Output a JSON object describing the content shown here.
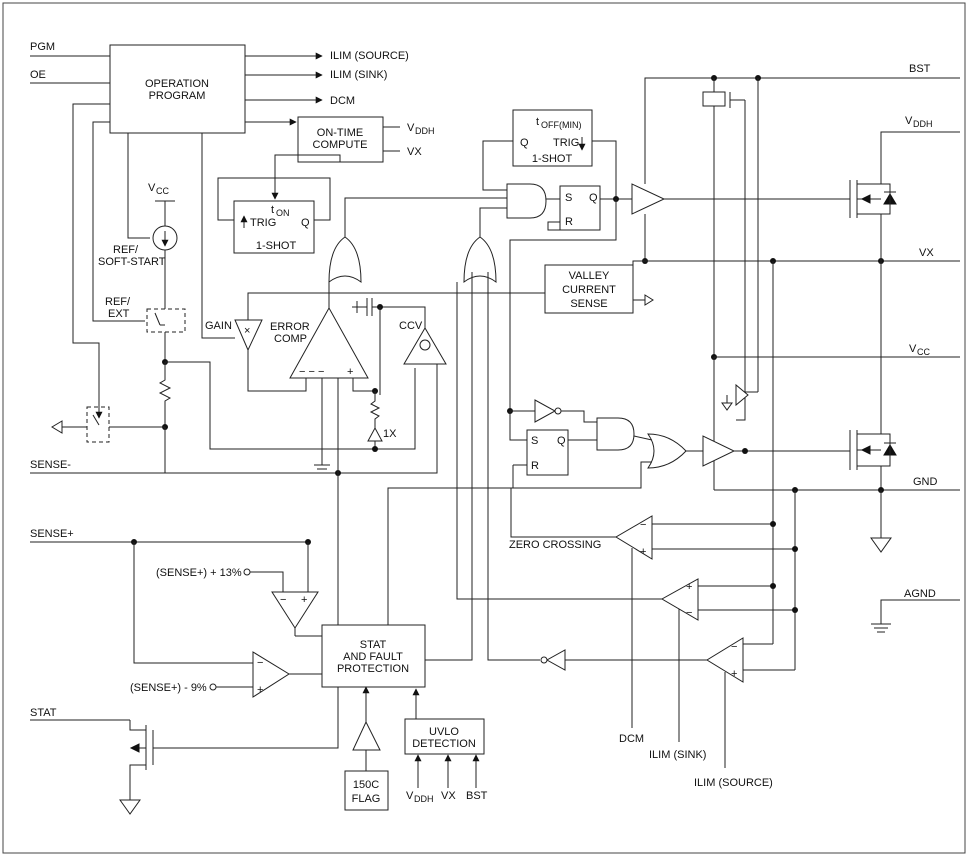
{
  "blocks": {
    "operation_program": [
      "OPERATION",
      "PROGRAM"
    ],
    "on_time_compute": [
      "ON-TIME",
      "COMPUTE"
    ],
    "ton_oneshot": {
      "t": "t",
      "sub": "ON",
      "trig": "TRIG",
      "q": "Q",
      "name": "1-SHOT"
    },
    "toff_oneshot": {
      "t": "t",
      "sub": "OFF(MIN)",
      "trig": "TRIG",
      "q": "Q",
      "name": "1-SHOT"
    },
    "valley": [
      "VALLEY",
      "CURRENT",
      "SENSE"
    ],
    "stat_fault": [
      "STAT",
      "AND FAULT",
      "PROTECTION"
    ],
    "uvlo": [
      "UVLO",
      "DETECTION"
    ],
    "flag": [
      "150C",
      "FLAG"
    ],
    "sr_top": {
      "s": "S",
      "q": "Q",
      "r": "R"
    },
    "sr_bottom": {
      "s": "S",
      "q": "Q",
      "r": "R"
    }
  },
  "pins_left": {
    "pgm": "PGM",
    "oe": "OE",
    "sense_minus": "SENSE-",
    "sense_plus": "SENSE+",
    "stat": "STAT"
  },
  "pins_right": {
    "bst": "BST",
    "vddh_v": "V",
    "vddh_sub": "DDH",
    "vx": "VX",
    "vcc_v": "V",
    "vcc_sub": "CC",
    "gnd": "GND",
    "agnd": "AGND"
  },
  "outputs": {
    "ilim_source": "ILIM (SOURCE)",
    "ilim_sink": "ILIM (SINK)",
    "dcm": "DCM"
  },
  "labels": {
    "otc_vddh_v": "V",
    "otc_vddh_sub": "DDH",
    "otc_vx": "VX",
    "vcc_v": "V",
    "vcc_sub": "CC",
    "ref_soft_start": [
      "REF/",
      "SOFT-START"
    ],
    "ref_ext": [
      "REF/",
      "EXT"
    ],
    "gain": "GAIN",
    "error_comp": [
      "ERROR",
      "COMP"
    ],
    "ccv": "CCV",
    "one_x": "1X",
    "mult": "×",
    "comp_minus": "− − −",
    "comp_plus": "+",
    "zero_crossing": "ZERO CROSSING",
    "sense_plus_13": "(SENSE+) + 13%",
    "sense_plus_9": "(SENSE+) - 9%",
    "bottom_dcm": "DCM",
    "bottom_ilim_sink": "ILIM (SINK)",
    "bottom_ilim_source": "ILIM (SOURCE)",
    "uvlo_vddh_v": "V",
    "uvlo_vddh_sub": "DDH",
    "uvlo_vx": "VX",
    "uvlo_bst": "BST",
    "minus": "−",
    "plus": "+"
  }
}
